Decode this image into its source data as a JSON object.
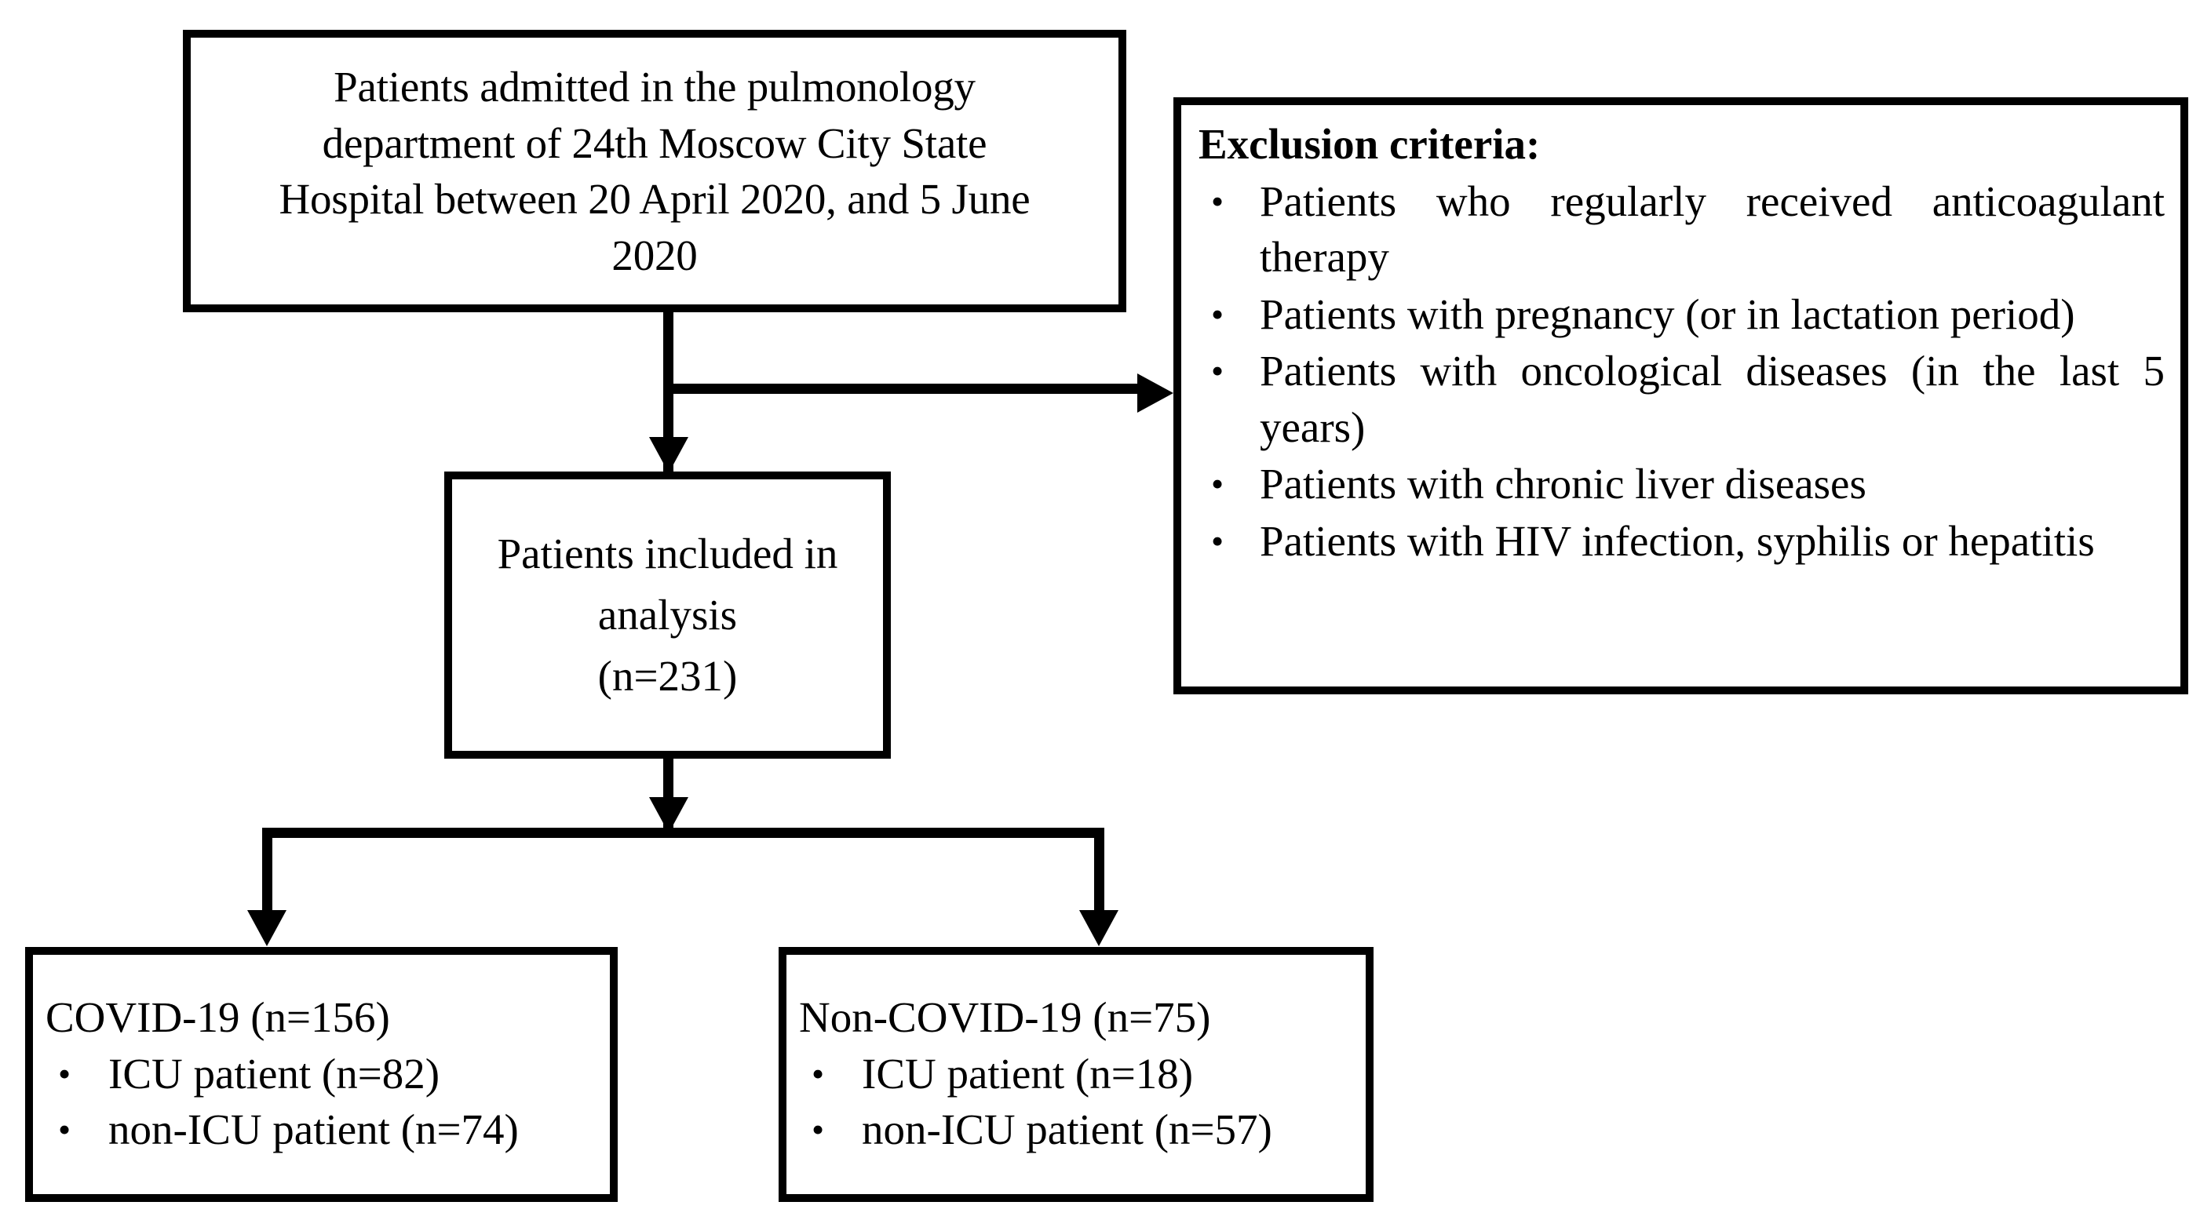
{
  "diagram": {
    "type": "study-flowchart",
    "boxes": {
      "admitted": {
        "lines": [
          "Patients admitted in the pulmonology",
          "department of 24th Moscow City State",
          "Hospital between 20 April 2020, and 5 June",
          "2020"
        ]
      },
      "included": {
        "lines": [
          "Patients included in",
          "analysis",
          "(n=231)"
        ]
      },
      "exclusion": {
        "title": "Exclusion criteria:",
        "bullet_glyph": "•",
        "items": [
          "Patients who regularly received anticoagulant therapy",
          "Patients with pregnancy (or in lactation period)",
          "Patients with oncological diseases (in the last 5 years)",
          "Patients with chronic liver diseases",
          "Patients with HIV infection, syphilis or hepatitis"
        ]
      },
      "covid": {
        "title": "COVID-19 (n=156)",
        "bullet_glyph": "•",
        "items": [
          "ICU patient (n=82)",
          "non-ICU patient (n=74)"
        ]
      },
      "noncovid": {
        "title": "Non-COVID-19 (n=75)",
        "bullet_glyph": "•",
        "items": [
          "ICU patient (n=18)",
          "non-ICU patient (n=57)"
        ]
      }
    },
    "colors": {
      "stroke": "#000000",
      "fill": "#ffffff"
    }
  }
}
